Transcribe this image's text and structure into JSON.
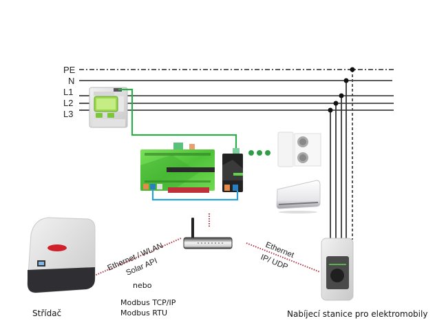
{
  "diagram": {
    "bus": {
      "lines": [
        {
          "id": "PE",
          "label": "PE",
          "style": "dash-dot"
        },
        {
          "id": "N",
          "label": "N",
          "style": "solid"
        },
        {
          "id": "L1",
          "label": "L1",
          "style": "solid"
        },
        {
          "id": "L2",
          "label": "L2",
          "style": "solid"
        },
        {
          "id": "L3",
          "label": "L3",
          "style": "solid"
        }
      ]
    },
    "devices": {
      "energy_meter": "energy-meter",
      "controller": "automation-controller",
      "extension_module": "extension-module",
      "heat_pump": "heat-pump",
      "air_conditioner": "air-conditioner",
      "router": "wifi-router",
      "inverter": "inverter",
      "charging_station": "ev-charging-station"
    },
    "links": {
      "inverter_router": {
        "line1": "Ethernet / WLAN",
        "line2": "Solar API"
      },
      "router_charger": {
        "line1": "Ethernet",
        "line2": "IP/ UDP"
      }
    },
    "alternatives": {
      "or_label": "nebo",
      "protocols": [
        "Modbus TCP/IP",
        "Modbus RTU"
      ]
    },
    "captions": {
      "inverter": "Střídač",
      "charging_station": "Nabíjecí stanice pro elektromobily"
    },
    "colors": {
      "bus": "#222222",
      "modbus_wire": "#2eaa4a",
      "lan_wire": "#2a9fd6",
      "network_dotted": "#b0303c",
      "controller_green": "#5ed34a"
    }
  }
}
